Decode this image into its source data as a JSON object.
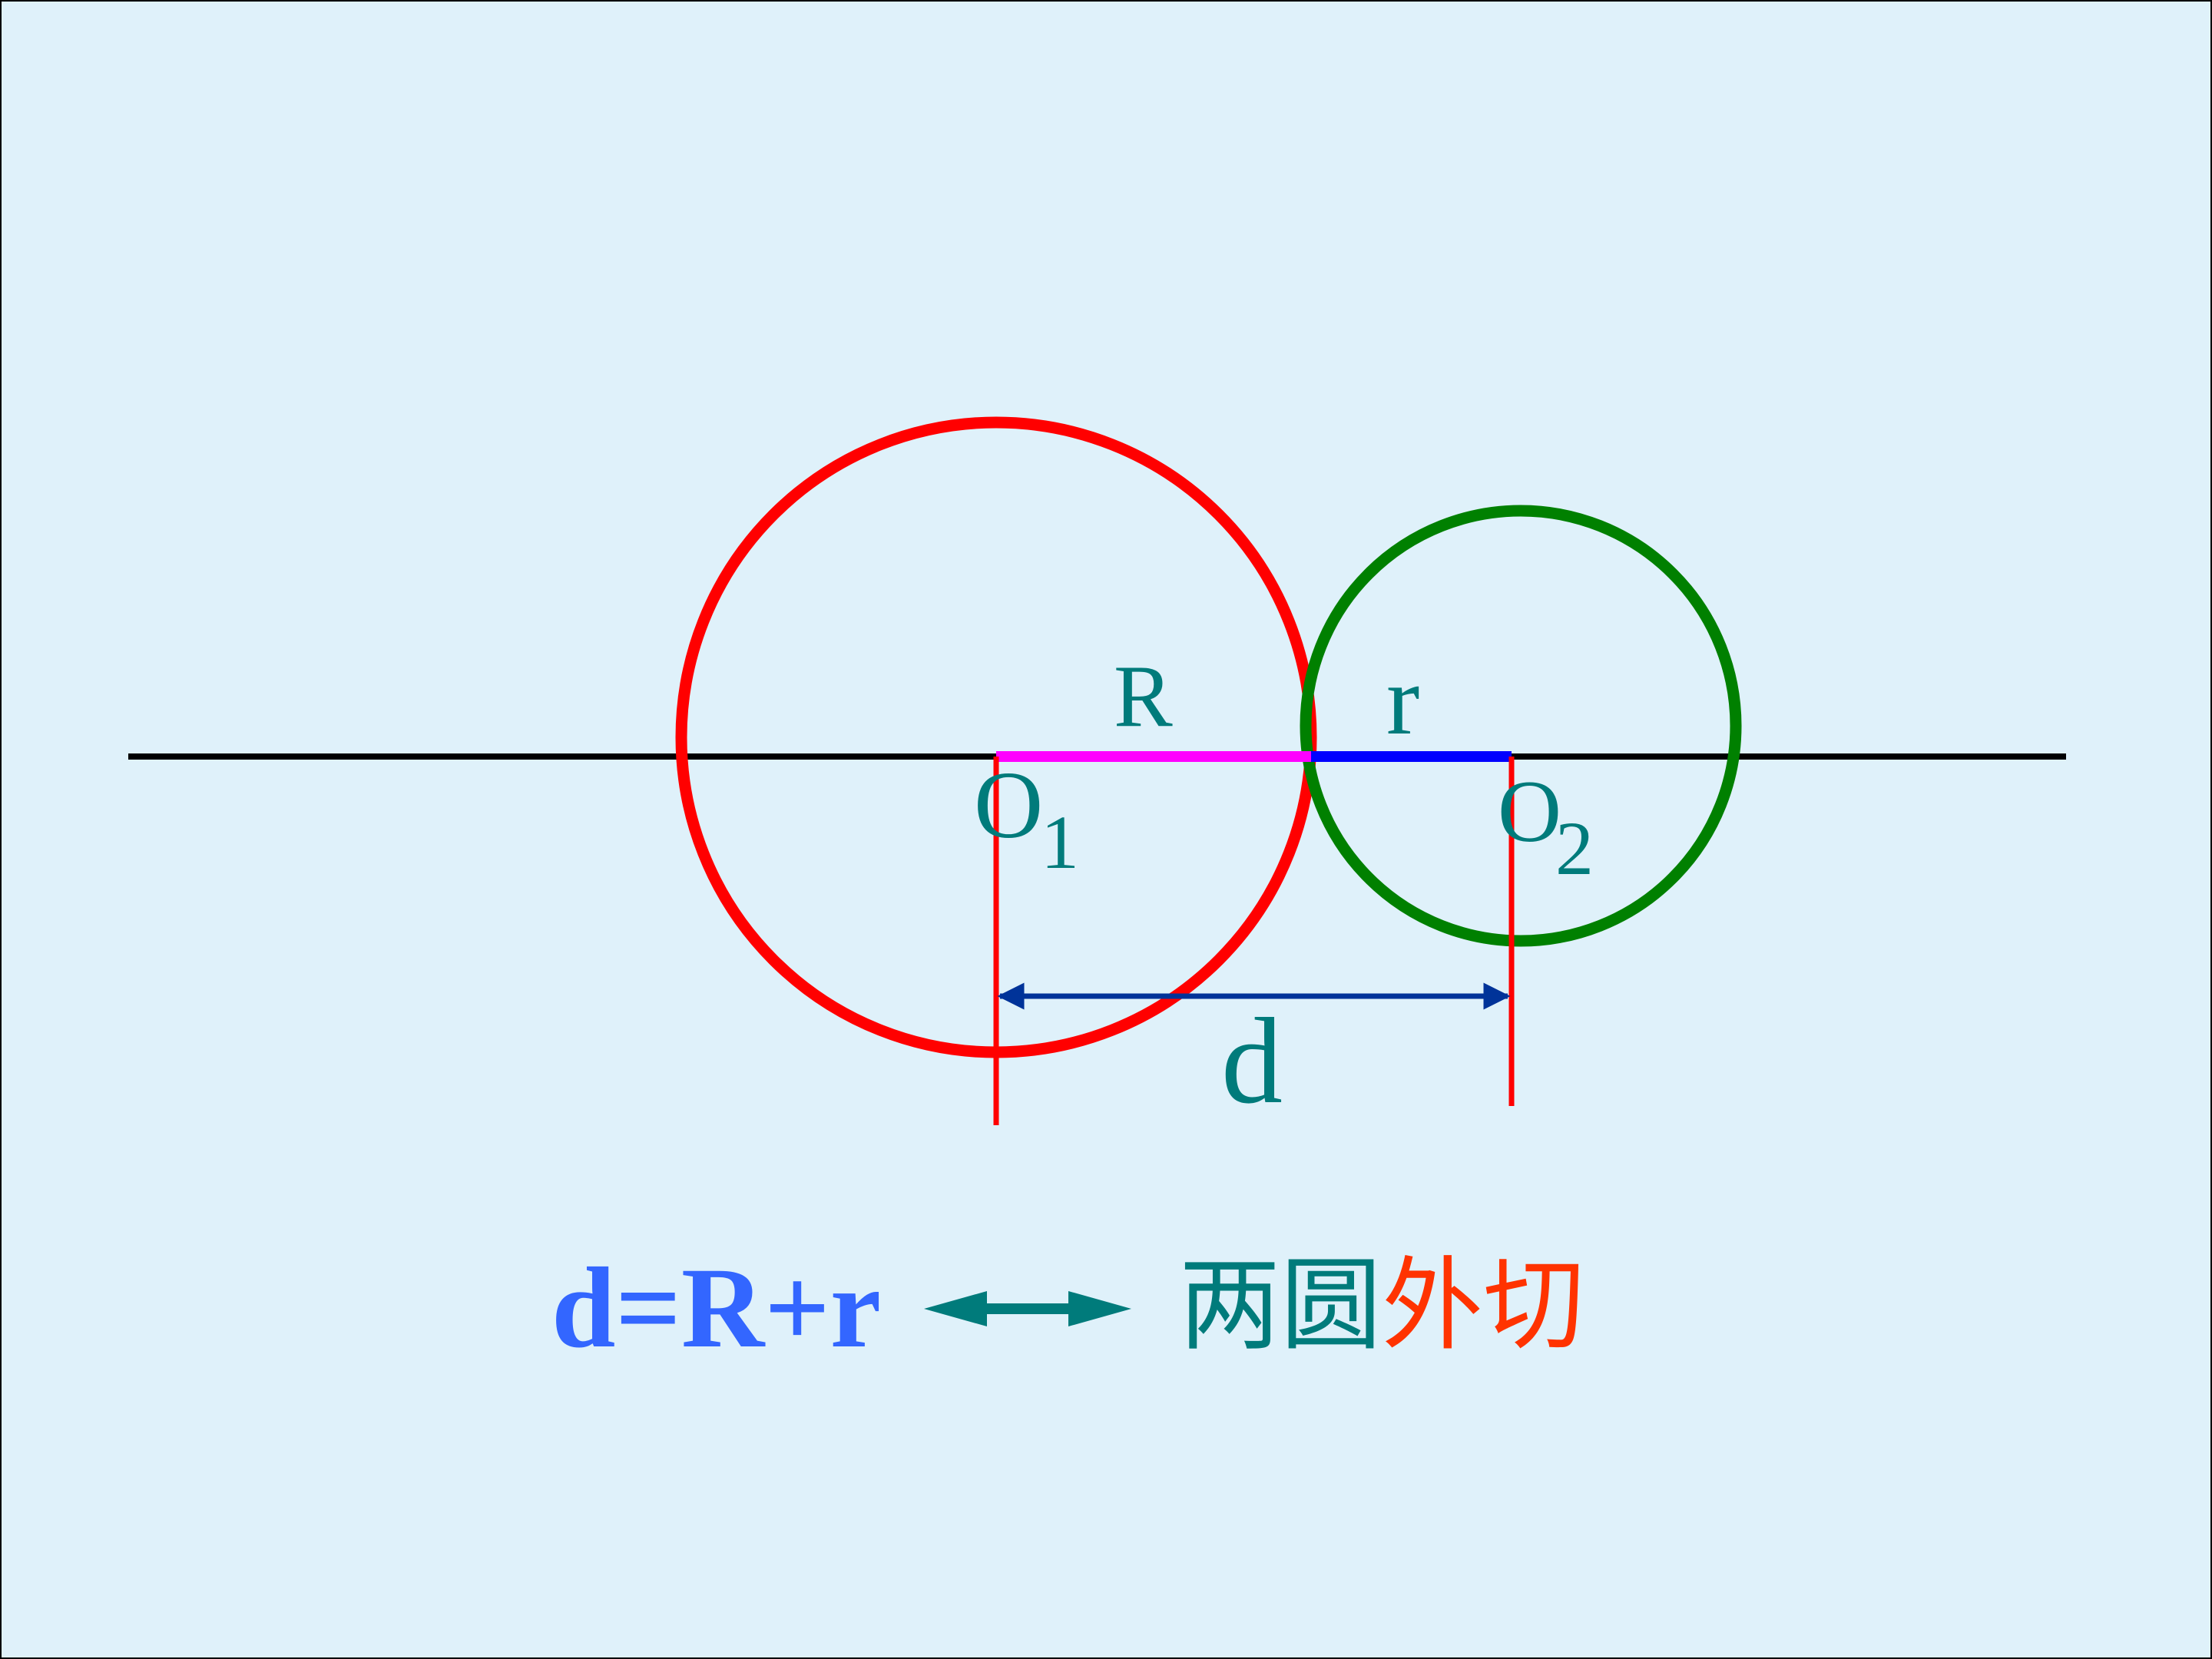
{
  "labels": {
    "R": "R",
    "r": "r",
    "O": "O",
    "O1_sub": "1",
    "O2_sub": "2",
    "d": "d"
  },
  "formula": {
    "text": "d=R+r"
  },
  "statement": {
    "part1": "两圆",
    "part2": "外切"
  },
  "colors": {
    "background": "#dff1fa",
    "circle_big": "#ff0000",
    "circle_small": "#008000",
    "radius_R": "#ff00ff",
    "radius_r": "#0000ff",
    "label_text": "#007b7b",
    "formula_text": "#3366ff",
    "arrow": "#007b7b",
    "highlight_text": "#ff3300",
    "dimension_arrow": "#003399"
  },
  "icons": {
    "equivalence": "double-arrow-icon"
  }
}
